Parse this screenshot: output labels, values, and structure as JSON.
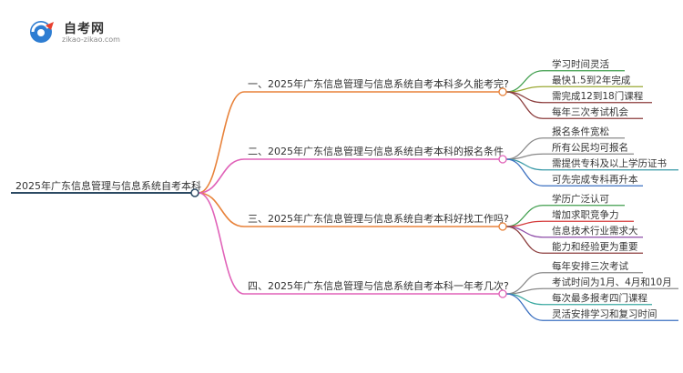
{
  "logo": {
    "title": "自考网",
    "url": "zikao-zikao.com"
  },
  "mindmap": {
    "root": "2025年广东信息管理与信息系统自考本科",
    "branches": [
      {
        "label": "一、2025年广东信息管理与信息系统自考本科多久能考完?",
        "color": "#e8823a",
        "leaves": [
          {
            "label": "学习时间灵活",
            "color": "#3f9e4d"
          },
          {
            "label": "最快1.5到2年完成",
            "color": "#9aa832"
          },
          {
            "label": "需完成12到18门课程",
            "color": "#8b3c3c"
          },
          {
            "label": "每年三次考试机会",
            "color": "#8b3c3c"
          }
        ]
      },
      {
        "label": "二、2025年广东信息管理与信息系统自考本科的报名条件",
        "color": "#e062b8",
        "leaves": [
          {
            "label": "报名条件宽松",
            "color": "#888888"
          },
          {
            "label": "所有公民均可报名",
            "color": "#888888"
          },
          {
            "label": "需提供专科及以上学历证书",
            "color": "#3a9aa8"
          },
          {
            "label": "可先完成专科再升本",
            "color": "#3a6fc0"
          }
        ]
      },
      {
        "label": "三、2025年广东信息管理与信息系统自考本科好找工作吗?",
        "color": "#e8823a",
        "leaves": [
          {
            "label": "学历广泛认可",
            "color": "#3f9e4d"
          },
          {
            "label": "增加求职竞争力",
            "color": "#d43a3a"
          },
          {
            "label": "信息技术行业需求大",
            "color": "#8e4ca8"
          },
          {
            "label": "能力和经验更为重要",
            "color": "#8b3c3c"
          }
        ]
      },
      {
        "label": "四、2025年广东信息管理与信息系统自考本科一年考几次?",
        "color": "#e062b8",
        "leaves": [
          {
            "label": "每年安排三次考试",
            "color": "#888888"
          },
          {
            "label": "考试时间为1月、4月和10月",
            "color": "#888888"
          },
          {
            "label": "每次最多报考四门课程",
            "color": "#3aa8a0"
          },
          {
            "label": "灵活安排学习和复习时间",
            "color": "#3a6fc0"
          }
        ]
      }
    ],
    "root_color": "#2c4a63"
  }
}
